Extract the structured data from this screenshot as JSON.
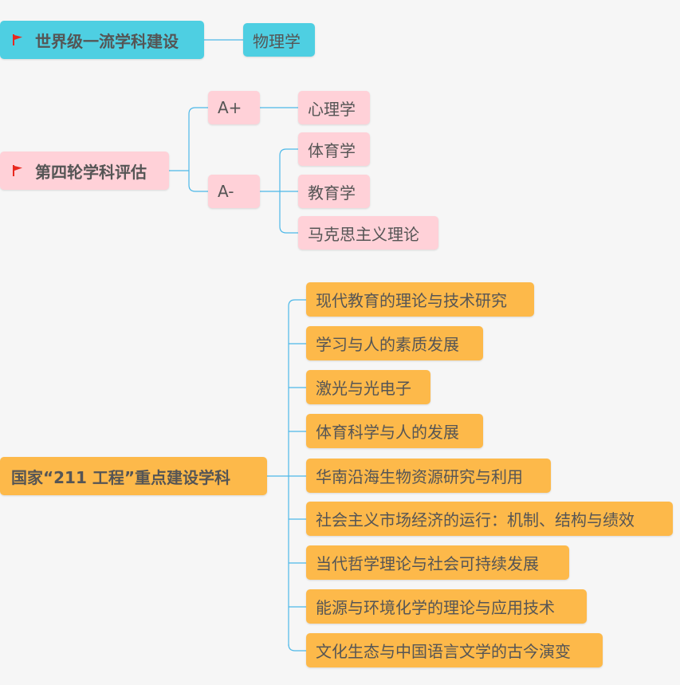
{
  "colors": {
    "teal": "#4ecfe2",
    "pink": "#ffd1d8",
    "orange": "#fdb94a",
    "connector": "#4db8e8",
    "flag": "#e8281f"
  },
  "root_icon": "red-flag-icon",
  "world_class": {
    "label": "世界级一流学科建设",
    "items": [
      "物理学"
    ]
  },
  "evaluation": {
    "label": "第四轮学科评估",
    "grade_a_plus": "A+",
    "grade_a_plus_items": [
      "心理学"
    ],
    "grade_a_minus": "A-",
    "grade_a_minus_items": [
      "体育学",
      "教育学",
      "马克思主义理论"
    ]
  },
  "project_211": {
    "label": "国家“211 工程”重点建设学科",
    "items": [
      "现代教育的理论与技术研究",
      "学习与人的素质发展",
      "激光与光电子",
      "体育科学与人的发展",
      "华南沿海生物资源研究与利用",
      "社会主义市场经济的运行：机制、结构与绩效",
      "当代哲学理论与社会可持续发展",
      "能源与环境化学的理论与应用技术",
      "文化生态与中国语言文学的古今演变"
    ]
  }
}
